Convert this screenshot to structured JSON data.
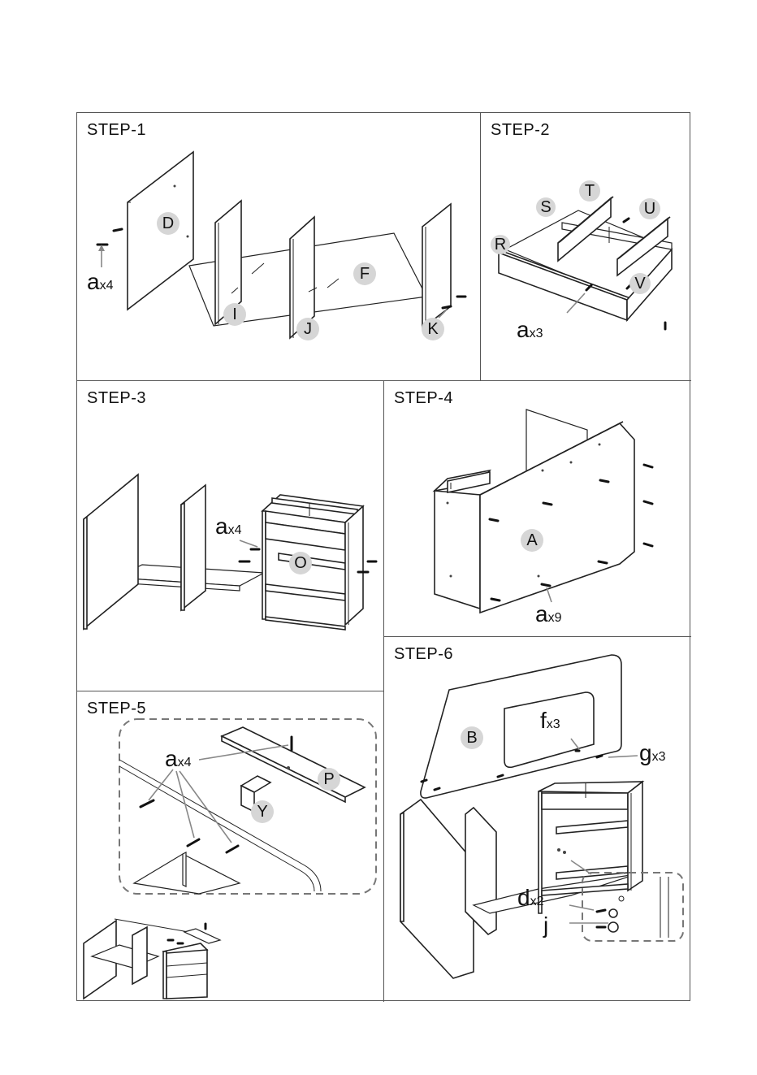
{
  "steps": {
    "s1": {
      "title": "STEP-1",
      "labels": [
        "D",
        "F",
        "I",
        "J",
        "K"
      ],
      "hardware": {
        "letter": "a",
        "qty": "x4"
      }
    },
    "s2": {
      "title": "STEP-2",
      "labels": [
        "S",
        "T",
        "U",
        "R",
        "V"
      ],
      "hardware": {
        "letter": "a",
        "qty": "x3"
      }
    },
    "s3": {
      "title": "STEP-3",
      "labels": [
        "O"
      ],
      "hardware": {
        "letter": "a",
        "qty": "x4"
      }
    },
    "s4": {
      "title": "STEP-4",
      "labels": [
        "A"
      ],
      "hardware": {
        "letter": "a",
        "qty": "x9"
      }
    },
    "s5": {
      "title": "STEP-5",
      "labels": [
        "P",
        "Y"
      ],
      "hardware": {
        "letter": "a",
        "qty": "x4"
      }
    },
    "s6": {
      "title": "STEP-6",
      "labels": [
        "B"
      ],
      "hardware": [
        {
          "letter": "f",
          "qty": "x3"
        },
        {
          "letter": "g",
          "qty": "x3"
        },
        {
          "letter": "d",
          "qty": "x2"
        },
        {
          "letter": "j",
          "qty": ""
        }
      ]
    }
  },
  "colors": {
    "line": "#222222",
    "badge": "#d6d6d6",
    "border": "#555555",
    "arrow": "#888888"
  }
}
